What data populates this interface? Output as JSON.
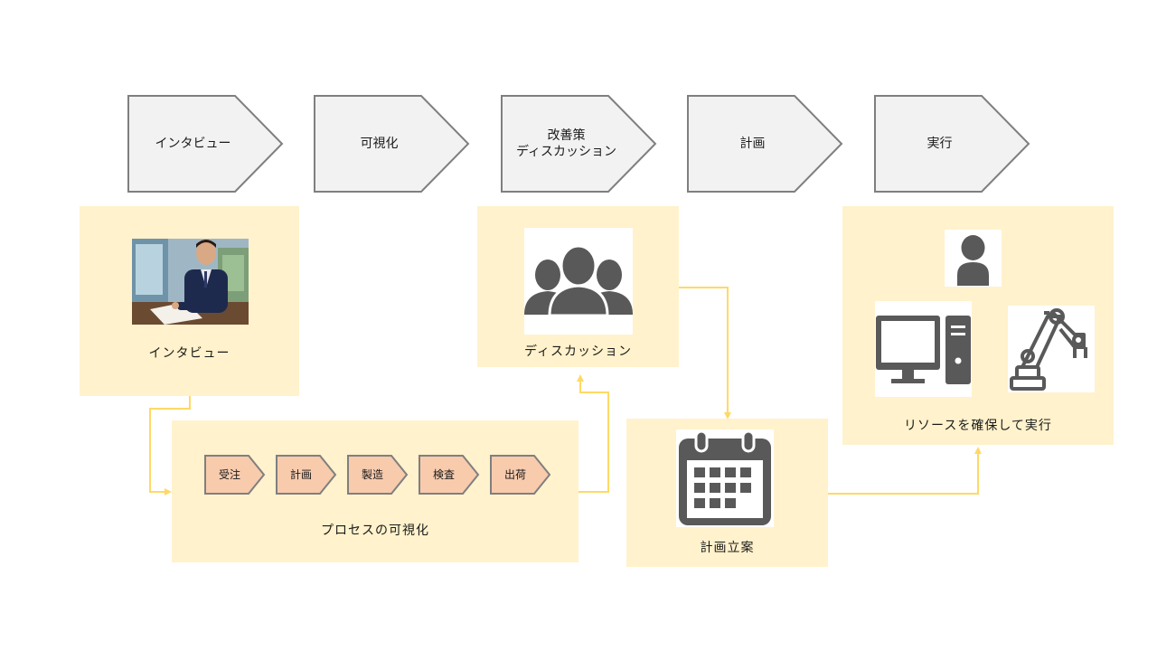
{
  "steps": [
    {
      "label": "インタビュー"
    },
    {
      "label": "可視化"
    },
    {
      "label": "改善策\nディスカッション"
    },
    {
      "label": "計画"
    },
    {
      "label": "実行"
    }
  ],
  "interview": {
    "caption": "インタビュー"
  },
  "process": {
    "caption": "プロセスの可視化",
    "stages": [
      "受注",
      "計画",
      "製造",
      "検査",
      "出荷"
    ]
  },
  "discussion": {
    "caption": "ディスカッション"
  },
  "planning": {
    "caption": "計画立案"
  },
  "execution": {
    "caption": "リソースを確保して実行"
  },
  "colors": {
    "panel": "#fff2cc",
    "connector": "#ffd966",
    "chevron_fill": "#f2f2f2",
    "chevron_stroke": "#7f7f7f",
    "stage_fill": "#f8cbad",
    "icon_gray": "#595959"
  }
}
